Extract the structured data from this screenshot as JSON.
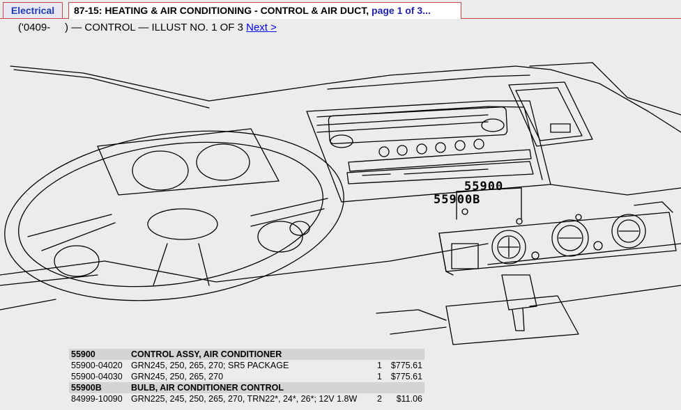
{
  "tabs": {
    "electrical": "Electrical",
    "current_title": "87-15: HEATING & AIR CONDITIONING - CONTROL & AIR DUCT, ",
    "current_page": "page 1 of 3..."
  },
  "subheader": {
    "text": "('0409-     ) — CONTROL — ILLUST NO. 1 OF 3 ",
    "next_link": "Next >"
  },
  "illustration": {
    "callouts": [
      "55900",
      "55900B"
    ]
  },
  "parts": [
    {
      "type": "header",
      "code": "55900",
      "desc": "CONTROL ASSY, AIR CONDITIONER",
      "qty": "",
      "price": ""
    },
    {
      "type": "item",
      "code": "55900-04020",
      "desc": "GRN245, 250, 265, 270; SR5 PACKAGE",
      "qty": "1",
      "price": "$775.61"
    },
    {
      "type": "item",
      "code": "55900-04030",
      "desc": "GRN245, 250, 265, 270",
      "qty": "1",
      "price": "$775.61"
    },
    {
      "type": "header",
      "code": "55900B",
      "desc": "BULB, AIR CONDITIONER CONTROL",
      "qty": "",
      "price": ""
    },
    {
      "type": "item",
      "code": "84999-10090",
      "desc": "GRN225, 245, 250, 265, 270, TRN22*, 24*, 26*; 12V 1.8W",
      "qty": "2",
      "price": "$11.06"
    }
  ]
}
